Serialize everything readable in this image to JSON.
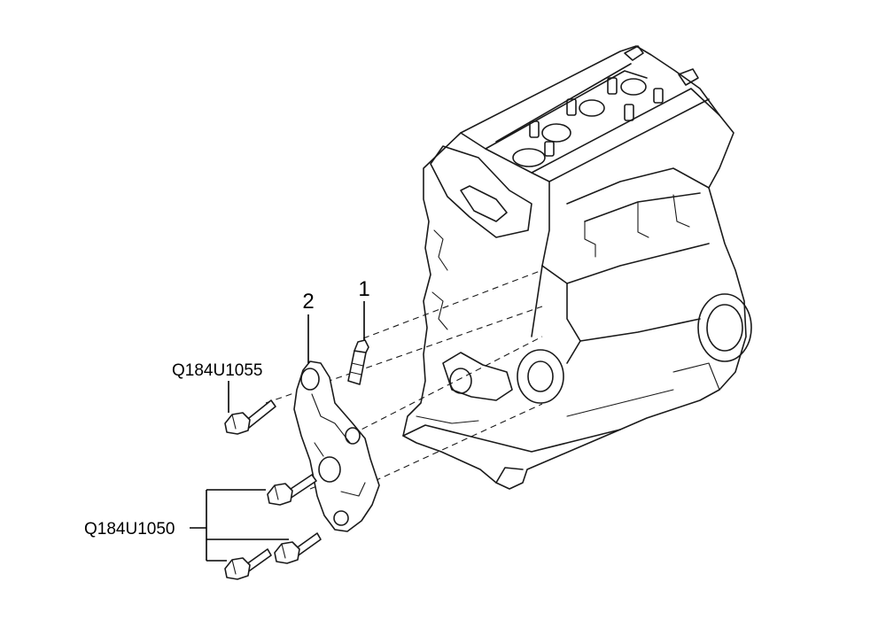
{
  "diagram": {
    "parts": [
      {
        "callout": "1"
      },
      {
        "callout": "2"
      }
    ],
    "bolts": [
      {
        "code": "Q184U1055"
      },
      {
        "code": "Q184U1050"
      }
    ]
  }
}
